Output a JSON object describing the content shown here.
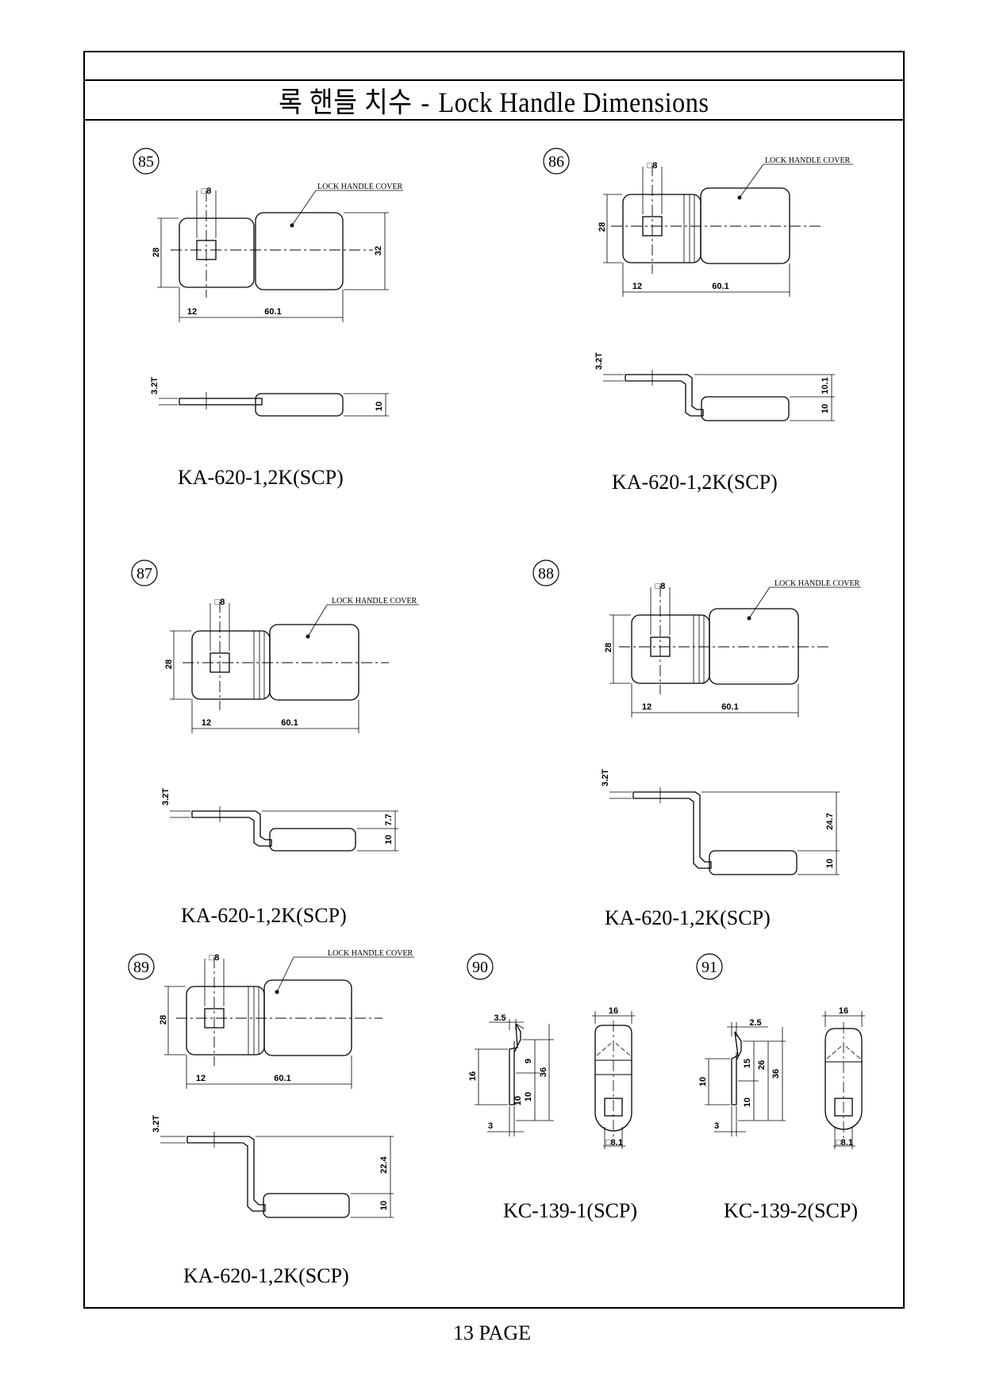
{
  "page": {
    "title_ko": "록 핸들 치수",
    "title_sep": "-",
    "title_en": "Lock Handle Dimensions",
    "footer": "13 PAGE"
  },
  "common_labels": {
    "cover": "LOCK HANDLE COVER",
    "square": "□8",
    "thickness": "3.2T"
  },
  "items": [
    {
      "number": "85",
      "model": "KA-620-1,2K(SCP)",
      "dims": {
        "width_a": "12",
        "width_b": "60.1",
        "height": "28",
        "height_right": "32",
        "side": "10"
      }
    },
    {
      "number": "86",
      "model": "KA-620-1,2K(SCP)",
      "dims": {
        "width_a": "12",
        "width_b": "60.1",
        "height": "28",
        "side": "10",
        "offset": "10.1"
      }
    },
    {
      "number": "87",
      "model": "KA-620-1,2K(SCP)",
      "dims": {
        "width_a": "12",
        "width_b": "60.1",
        "height": "28",
        "side": "10",
        "offset": "7.7"
      }
    },
    {
      "number": "88",
      "model": "KA-620-1,2K(SCP)",
      "dims": {
        "width_a": "12",
        "width_b": "60.1",
        "height": "28",
        "side": "10",
        "offset": "24.7"
      }
    },
    {
      "number": "89",
      "model": "KA-620-1,2K(SCP)",
      "dims": {
        "width_a": "12",
        "width_b": "60.1",
        "height": "28",
        "side": "10",
        "offset": "22.4"
      }
    },
    {
      "number": "90",
      "model": "KC-139-1(SCP)",
      "dims": {
        "top": "3.5",
        "left": "16",
        "a": "9",
        "b": "10",
        "c": "10",
        "total": "36",
        "bottom": "3",
        "width": "16",
        "hole": "□8.1"
      }
    },
    {
      "number": "91",
      "model": "KC-139-2(SCP)",
      "dims": {
        "top": "2.5",
        "left": "10",
        "a": "15",
        "b": "10",
        "c": "26",
        "total": "36",
        "bottom": "3",
        "width": "16",
        "hole": "□8.1"
      }
    }
  ]
}
